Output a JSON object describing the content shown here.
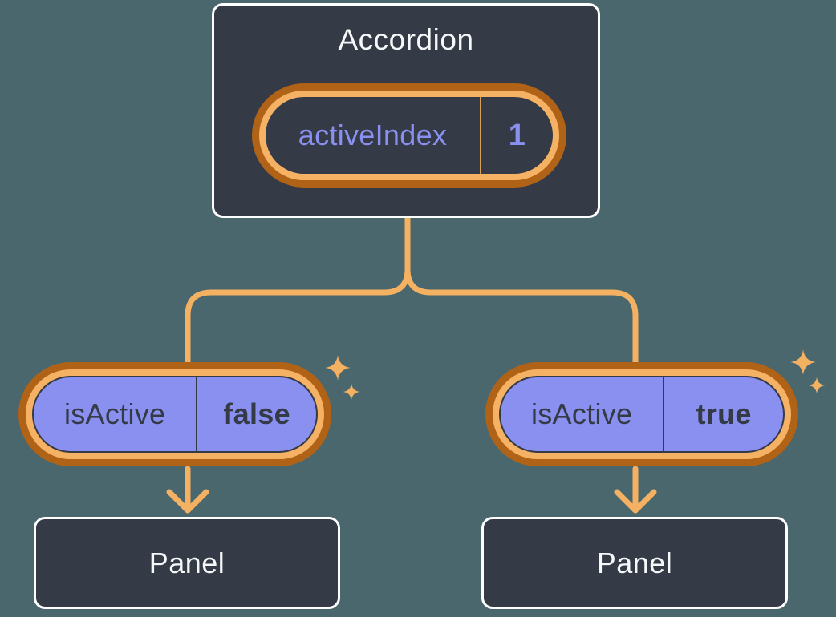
{
  "diagram": {
    "parent": {
      "title": "Accordion",
      "state": {
        "name": "activeIndex",
        "value": "1"
      }
    },
    "children": [
      {
        "state": {
          "name": "isActive",
          "value": "false"
        },
        "panel_label": "Panel"
      },
      {
        "state": {
          "name": "isActive",
          "value": "true"
        },
        "panel_label": "Panel"
      }
    ]
  },
  "icons": {
    "sparkle": "four-point-star"
  },
  "colors": {
    "background": "#4b676e",
    "box_fill": "#343a46",
    "box_border": "#ffffff",
    "state_purple": "#8a90ef",
    "text_light": "#f6f7f9",
    "text_dark": "#343a46",
    "ring_outer": "#b06217",
    "ring_inner": "#f5b264",
    "connector": "#f4b162",
    "divider_gold": "#d9a053"
  }
}
